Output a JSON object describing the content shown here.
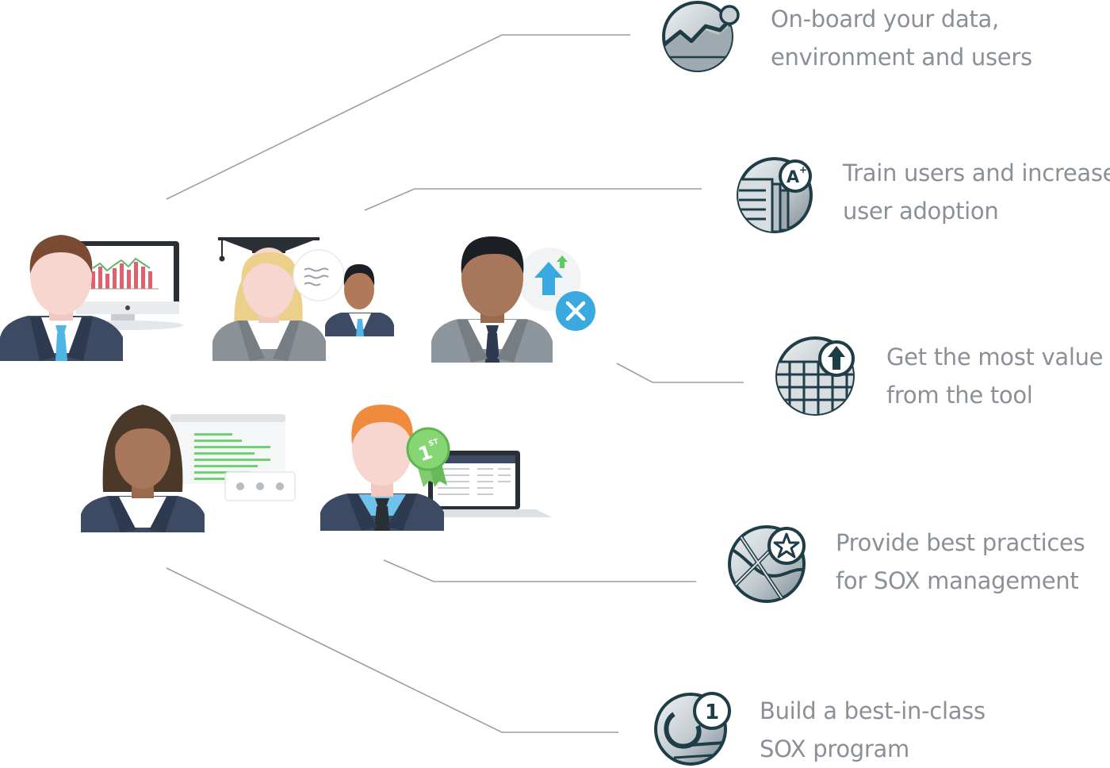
{
  "colors": {
    "connector": "#9a9fa4",
    "icon_dark": "#1f3d47",
    "label_text": "#8b9096",
    "suit_dark": "#3d4a63",
    "suit_grey": "#8e969d",
    "tie_blue": "#3aa9e0",
    "accent_blue": "#3aa9e0",
    "accent_green": "#5ec95e"
  },
  "items": [
    {
      "icon": "trend-chart-icon",
      "lines": [
        "On-board your data,",
        "environment and users"
      ]
    },
    {
      "icon": "grade-a-plus-icon",
      "lines": [
        "Train users and increase",
        "user adoption"
      ]
    },
    {
      "icon": "spreadsheet-upload-icon",
      "lines": [
        "Get the most value",
        "from the tool"
      ]
    },
    {
      "icon": "star-map-icon",
      "lines": [
        "Provide best practices",
        "for SOX management"
      ]
    },
    {
      "icon": "number-one-medal-icon",
      "lines": [
        "Build a best-in-class",
        "SOX program"
      ]
    }
  ],
  "people": [
    {
      "id": "person-1",
      "role": "analyst",
      "prop": "monitor-chart-icon"
    },
    {
      "id": "person-2",
      "role": "trainer",
      "prop": "graduation-cap-icon"
    },
    {
      "id": "person-3",
      "role": "optimizer",
      "prop": "upgrade-arrow-icon"
    },
    {
      "id": "person-4",
      "role": "practitioner",
      "prop": "document-list-icon"
    },
    {
      "id": "person-5",
      "role": "winner",
      "prop": "first-place-ribbon-icon"
    }
  ],
  "badges": {
    "ribbon_text": "1",
    "ribbon_sup": "ST",
    "medal_text": "1",
    "grade_text": "A",
    "grade_sup": "+"
  }
}
